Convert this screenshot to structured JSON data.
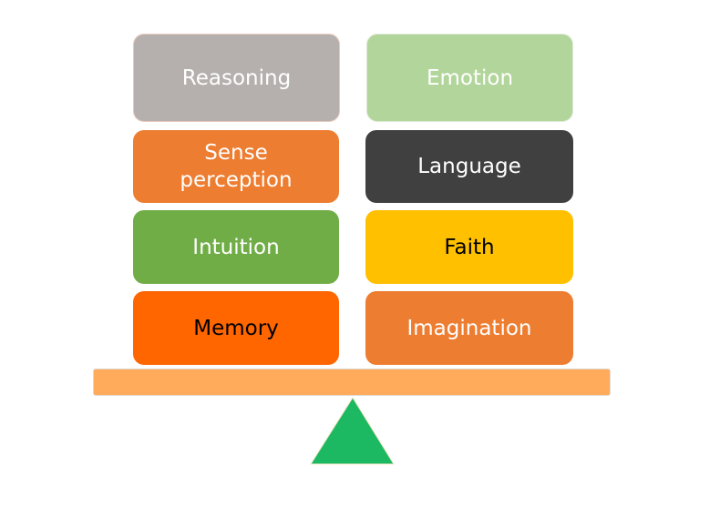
{
  "diagram": {
    "type": "balance-scale",
    "left_stack": [
      {
        "label": "Reasoning",
        "color": "#b5b0ae"
      },
      {
        "label": "Sense perception",
        "color": "#ed7d31"
      },
      {
        "label": "Intuition",
        "color": "#70ad47"
      },
      {
        "label": "Memory",
        "color": "#ff6600"
      }
    ],
    "right_stack": [
      {
        "label": "Emotion",
        "color": "#b2d59b"
      },
      {
        "label": "Language",
        "color": "#404040"
      },
      {
        "label": "Faith",
        "color": "#ffc000"
      },
      {
        "label": "Imagination",
        "color": "#ed7d31"
      }
    ],
    "beam_color": "#ffab5b",
    "fulcrum_color": "#1db962"
  }
}
